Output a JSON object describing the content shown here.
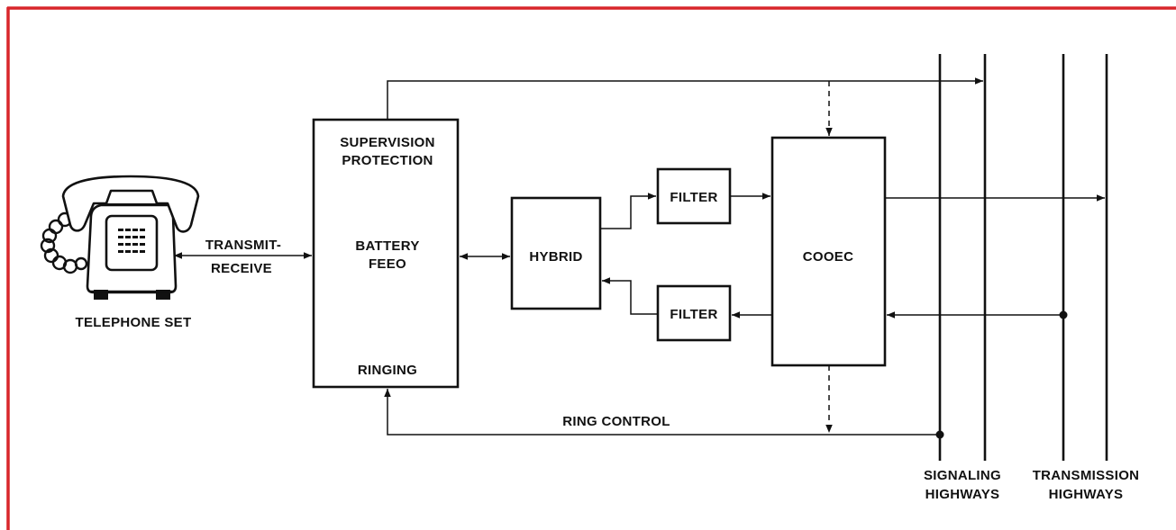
{
  "blocks": {
    "line_circuit": {
      "supervision": "SUPERVISION",
      "protection": "PROTECTION",
      "battery": "BATTERY",
      "feed": "FEEO",
      "ringing": "RINGING"
    },
    "hybrid": {
      "label": "HYBRID"
    },
    "filter_transmit": {
      "label": "FILTER"
    },
    "filter_receive": {
      "label": "FILTER"
    },
    "codec": {
      "label": "COOEC"
    }
  },
  "labels": {
    "telephone_set": "TELEPHONE SET",
    "transmit_receive": [
      "TRANSMIT-",
      "RECEIVE"
    ],
    "ring_control": "RING CONTROL",
    "signaling_highways": [
      "SIGNALING",
      "HIGHWAYS"
    ],
    "transmission_highways": [
      "TRANSMISSION",
      "HIGHWAYS"
    ]
  },
  "icons": {
    "telephone": "telephone-icon"
  },
  "colors": {
    "frame": "#d8262b",
    "ink": "#111111",
    "background": "#ffffff"
  }
}
